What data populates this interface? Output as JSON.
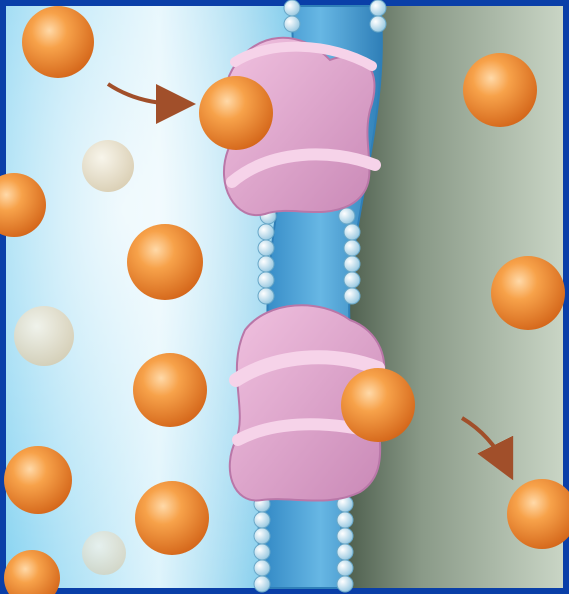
{
  "figure": {
    "palette": {
      "frame": "#0a3fa8",
      "outside_light": "#d9f2fb",
      "outside_blue": "#3aaee0",
      "inside_light": "#c9d5c5",
      "inside_dark": "#4e5f4e",
      "membrane": "#4fa3d6",
      "membrane_edge": "#2f7fb8",
      "phospholipid_head": "#c9e4f2",
      "carrier_protein": "#e3a9cf",
      "carrier_edge": "#b977a8",
      "molecule": "#f08a2a",
      "molecule_faded": "#e9dcc4",
      "arrow": "#a14f2a"
    },
    "icons": {
      "molecule": "sphere",
      "carrier": "channel-protein",
      "arrow": "movement-arrow"
    }
  }
}
